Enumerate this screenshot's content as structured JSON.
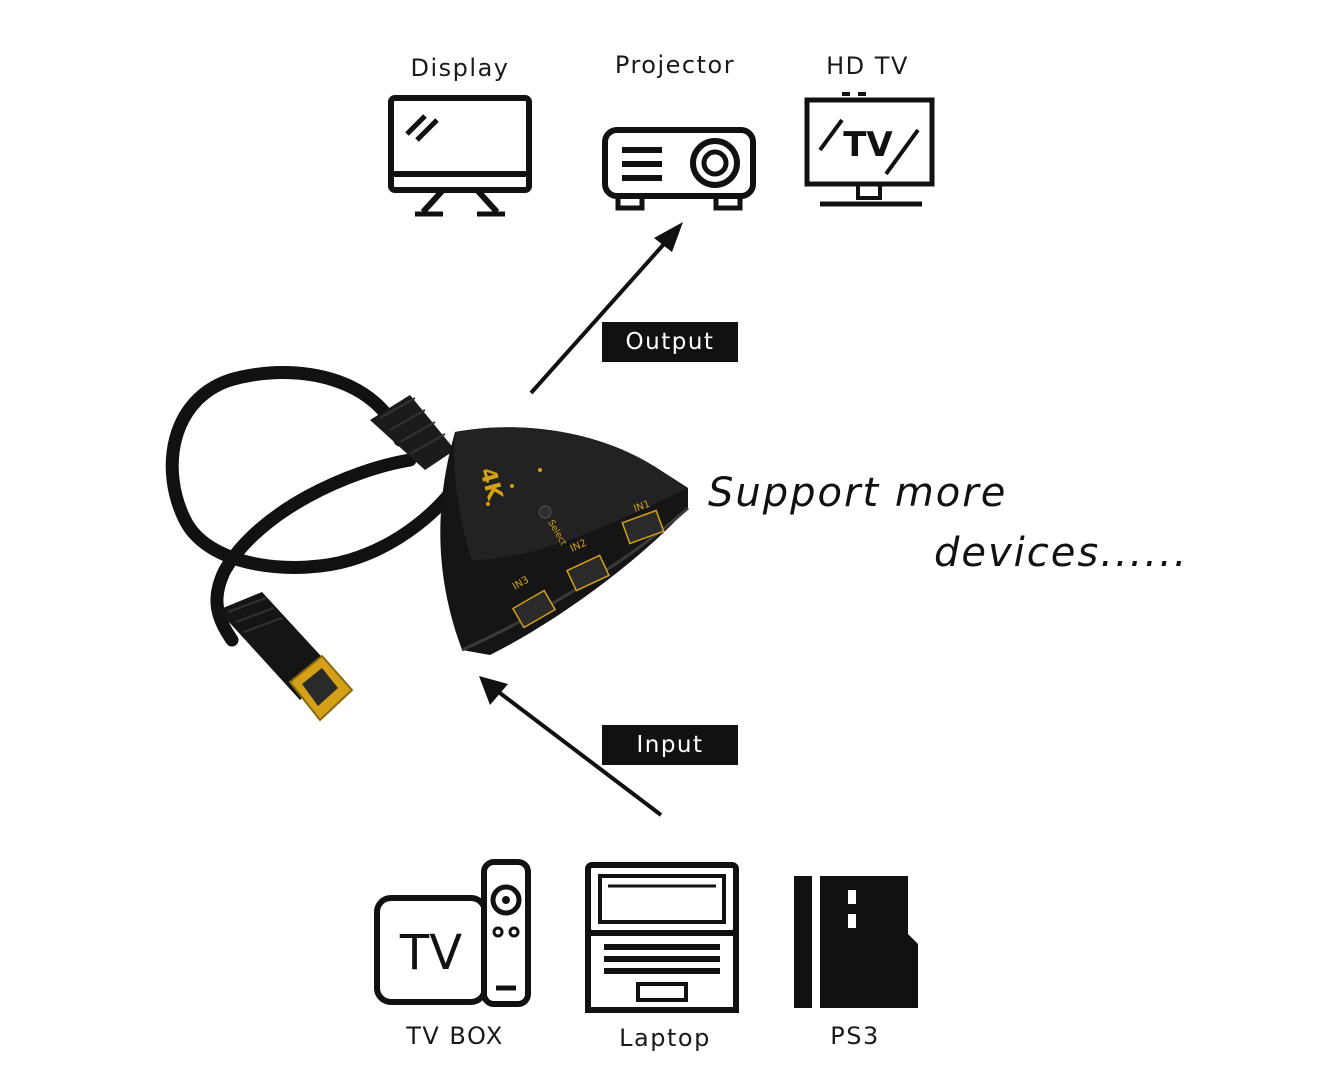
{
  "outputs": {
    "display_label": "Display",
    "projector_label": "Projector",
    "hdtv_label": "HD TV",
    "hdtv_icon_text": "TV"
  },
  "inputs": {
    "tvbox_label": "TV BOX",
    "tvbox_icon_text": "TV",
    "laptop_label": "Laptop",
    "ps3_label": "PS3"
  },
  "flow": {
    "output_tag": "Output",
    "input_tag": "Input"
  },
  "slogan": {
    "line1": "Support more",
    "line2": "devices......"
  },
  "switch_device": {
    "badge": "4K",
    "port_labels": [
      "IN1",
      "IN2",
      "IN3"
    ],
    "button_label": "Select",
    "connector_color": "#d4a017",
    "body_color": "#151515"
  }
}
